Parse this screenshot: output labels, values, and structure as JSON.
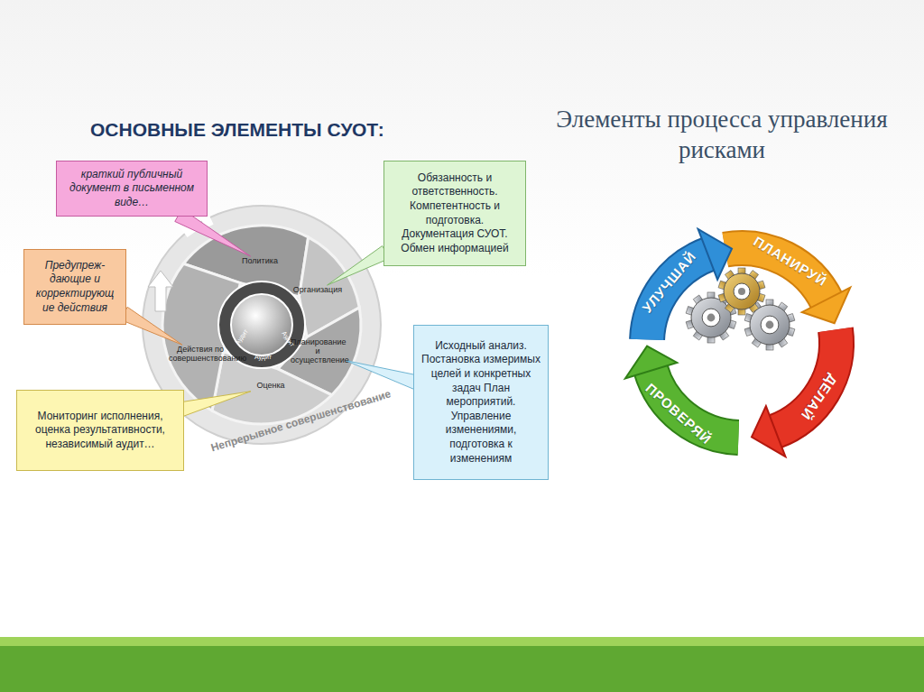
{
  "diagram": {
    "title": "ОСНОВНЫЕ ЭЛЕМЕНТЫ СУОТ:",
    "nodes": [
      {
        "text": [
          "краткий публичный документ в письменном виде…"
        ]
      },
      {
        "text": [
          "Политика"
        ]
      },
      {
        "text": [
          "Обязанность и ответственность. Компетентность и подготовка. Документация СУОТ. Обмен информацией"
        ]
      },
      {
        "text": [
          "Предупреж- дающие и корректирующ ие действия"
        ]
      },
      {
        "text": [
          "Организация"
        ]
      },
      {
        "text": [
          "Действия по совершенствованию"
        ]
      },
      {
        "text": [
          "Планирование и осуществление"
        ]
      },
      {
        "text": [
          "Исходный анализ. Постановка измеримых целей и конкретных задач План мероприятий. Управление изменениями, подготовка к изменениям"
        ]
      },
      {
        "text": [
          "Оценка"
        ]
      },
      {
        "text": [
          "Мониторинг исполнения, оценка результативности, независимый аудит…"
        ]
      },
      {
        "text": [
          "ПЛАНИРУЙ"
        ]
      },
      {
        "text": [
          "УЛУЧШАЙ"
        ]
      },
      {
        "text": [
          "ДЕЛАЙ"
        ]
      },
      {
        "text": [
          "ПРОВЕРЯЙ"
        ]
      }
    ],
    "edges": [
      {
        "from": 0,
        "to": 1,
        "arrow": "none"
      },
      {
        "from": 2,
        "to": 4,
        "arrow": "none"
      },
      {
        "from": 3,
        "to": 5,
        "arrow": "none"
      },
      {
        "from": 7,
        "to": 6,
        "arrow": "none"
      },
      {
        "from": 9,
        "to": 8,
        "arrow": "none"
      }
    ],
    "labels": [
      "Элементы процесса управления рисками",
      "Аудит",
      "Аудит",
      "Аудит",
      "Непрерывное совершенствование"
    ]
  }
}
